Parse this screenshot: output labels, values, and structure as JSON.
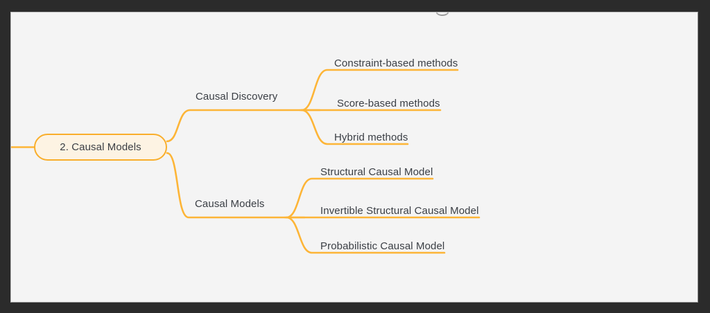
{
  "window": {
    "frame_color": "#2b2b2b",
    "canvas_color": "#f4f4f4"
  },
  "theme": {
    "line_color": "#fdb537",
    "node_border_color": "#f9ae2b",
    "node_fill_color": "#fdf3e3",
    "text_color": "#3a3e44"
  },
  "mindmap": {
    "root": {
      "label": "2. Causal Models"
    },
    "branches": [
      {
        "label": "Causal Discovery",
        "children": [
          {
            "label": "Constraint-based methods"
          },
          {
            "label": "Score-based methods"
          },
          {
            "label": "Hybrid methods"
          }
        ]
      },
      {
        "label": "Causal Models",
        "children": [
          {
            "label": "Structural Causal Model"
          },
          {
            "label": "Invertible Structural Causal Model"
          },
          {
            "label": "Probabilistic Causal Model"
          }
        ]
      }
    ]
  }
}
